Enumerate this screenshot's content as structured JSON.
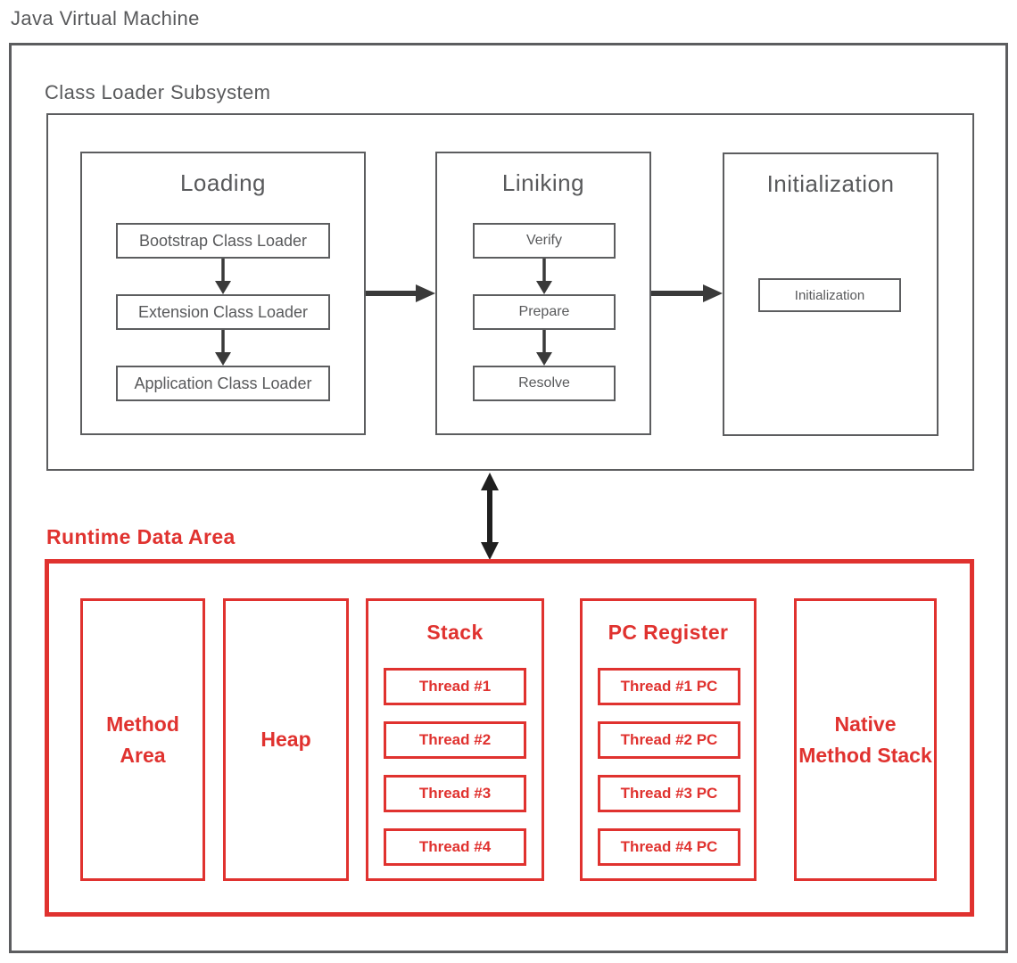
{
  "title": "Java Virtual Machine",
  "colors": {
    "outline_gray": "#58595b",
    "accent_red": "#e0322f",
    "arrow_dark": "#3a3a3a",
    "double_arrow_black": "#1f1f1f"
  },
  "class_loader": {
    "label": "Class Loader Subsystem",
    "stages": [
      {
        "title": "Loading",
        "items": [
          "Bootstrap Class Loader",
          "Extension Class Loader",
          "Application Class Loader"
        ]
      },
      {
        "title": "Liniking",
        "items": [
          "Verify",
          "Prepare",
          "Resolve"
        ]
      },
      {
        "title": "Initialization",
        "items": [
          "Initialization"
        ]
      }
    ]
  },
  "runtime": {
    "label": "Runtime Data Area",
    "method_area": "Method Area",
    "heap": "Heap",
    "stack": {
      "title": "Stack",
      "items": [
        "Thread #1",
        "Thread #2",
        "Thread #3",
        "Thread #4"
      ]
    },
    "pc_register": {
      "title": "PC Register",
      "items": [
        "Thread #1 PC",
        "Thread #2 PC",
        "Thread #3 PC",
        "Thread #4 PC"
      ]
    },
    "native_method_stack": "Native Method Stack"
  }
}
